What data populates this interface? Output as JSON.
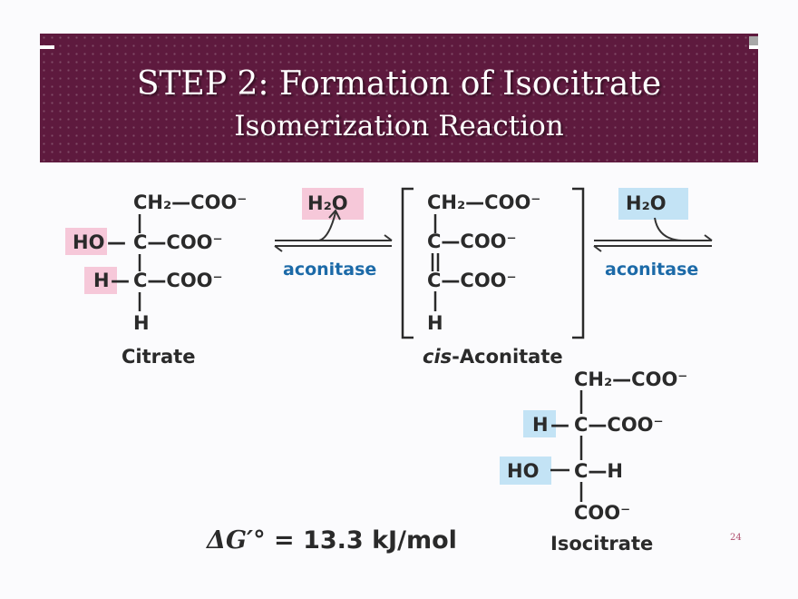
{
  "title": {
    "line1": "STEP 2: Formation of Isocitrate",
    "line2": "Isomerization Reaction"
  },
  "citrate": {
    "row1": "CH₂—COO⁻",
    "ho": "HO",
    "c_coo_1": "C—COO⁻",
    "h": "H",
    "c_coo_2": "C—COO⁻",
    "bottom_h": "H",
    "name": "Citrate"
  },
  "water_left": "H₂O",
  "water_right": "H₂O",
  "enzyme_left": "aconitase",
  "enzyme_right": "aconitase",
  "cis_aconitate": {
    "row1": "CH₂—COO⁻",
    "row2": "C—COO⁻",
    "row3": "C—COO⁻",
    "bottom_h": "H",
    "name_italic": "cis",
    "name_rest": "-Aconitate"
  },
  "isocitrate": {
    "row1": "CH₂—COO⁻",
    "h": "H",
    "c_coo": "C—COO⁻",
    "ho": "HO",
    "c_h": "C—H",
    "bottom": "COO⁻",
    "name": "Isocitrate"
  },
  "delta_g": {
    "symbol": "ΔG′°",
    "value": "= 13.3 kJ/mol"
  },
  "page_number": "24",
  "colors": {
    "banner": "#5e1a3e",
    "highlight_pink": "#f6c8d9",
    "highlight_blue": "#c3e3f5",
    "enzyme_text": "#1c6aa8"
  }
}
